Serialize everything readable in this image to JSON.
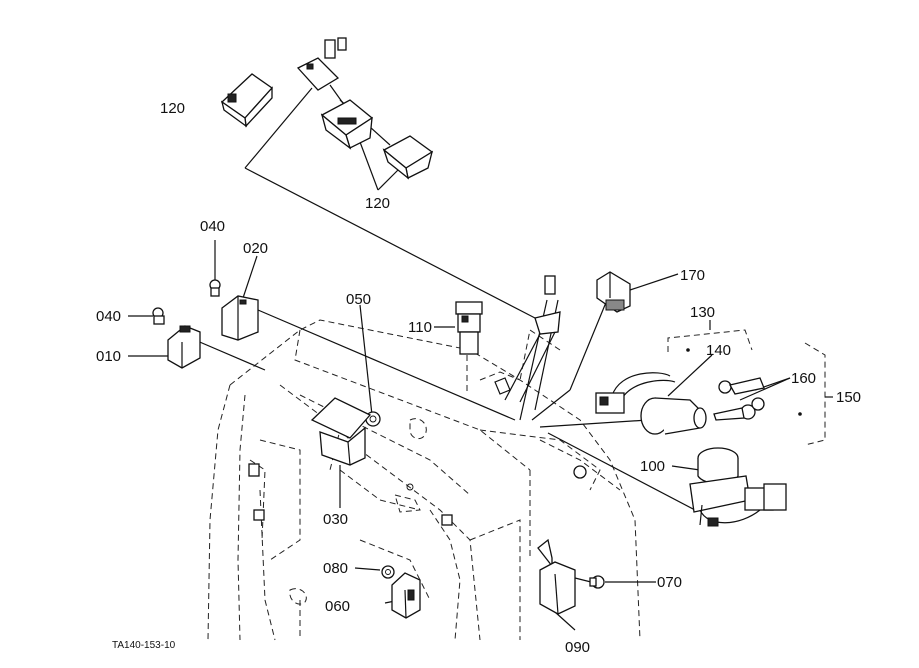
{
  "diagram": {
    "callouts": {
      "p120a": "120",
      "p120b": "120",
      "p040a": "040",
      "p020": "020",
      "p040b": "040",
      "p010": "010",
      "p050": "050",
      "p110": "110",
      "p170": "170",
      "p130": "130",
      "p140": "140",
      "p160": "160",
      "p150": "150",
      "p100": "100",
      "p030": "030",
      "p080": "080",
      "p060": "060",
      "p070": "070",
      "p090": "090"
    },
    "figure_code": "TA140-153-10"
  }
}
